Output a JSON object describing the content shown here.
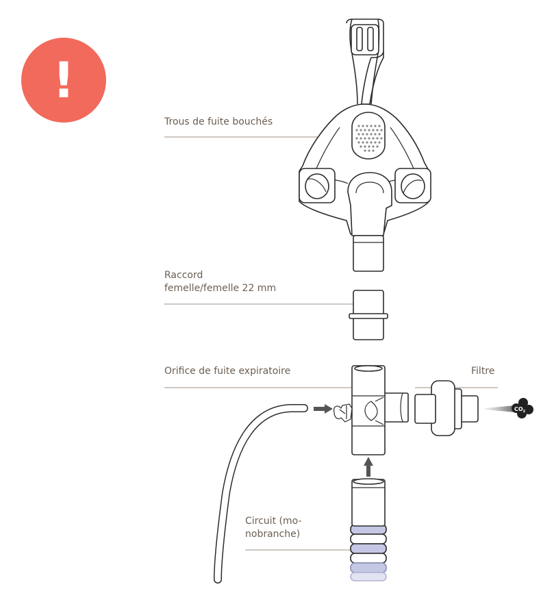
{
  "colors": {
    "warning": "#f26a5c",
    "label_text": "#6b5e51",
    "leader_line": "#9c9186",
    "outline": "#2b2b2b",
    "arrow": "#555555",
    "co2_cloud": "#222222",
    "tubing_blue": "#c4c8e4"
  },
  "warning": {
    "icon": "exclamation-icon",
    "symbol": "!"
  },
  "labels": {
    "leak_holes": "Trous de fuite bouchés",
    "connector_line1": "Raccord",
    "connector_line2": "femelle/femelle 22 mm",
    "exhalation_port": "Orifice de fuite expiratoire",
    "filter": "Filtre",
    "circuit_line1": "Circuit (mo-",
    "circuit_line2": "nobranche)"
  },
  "co2": {
    "text": "CO",
    "subscript": "2"
  }
}
